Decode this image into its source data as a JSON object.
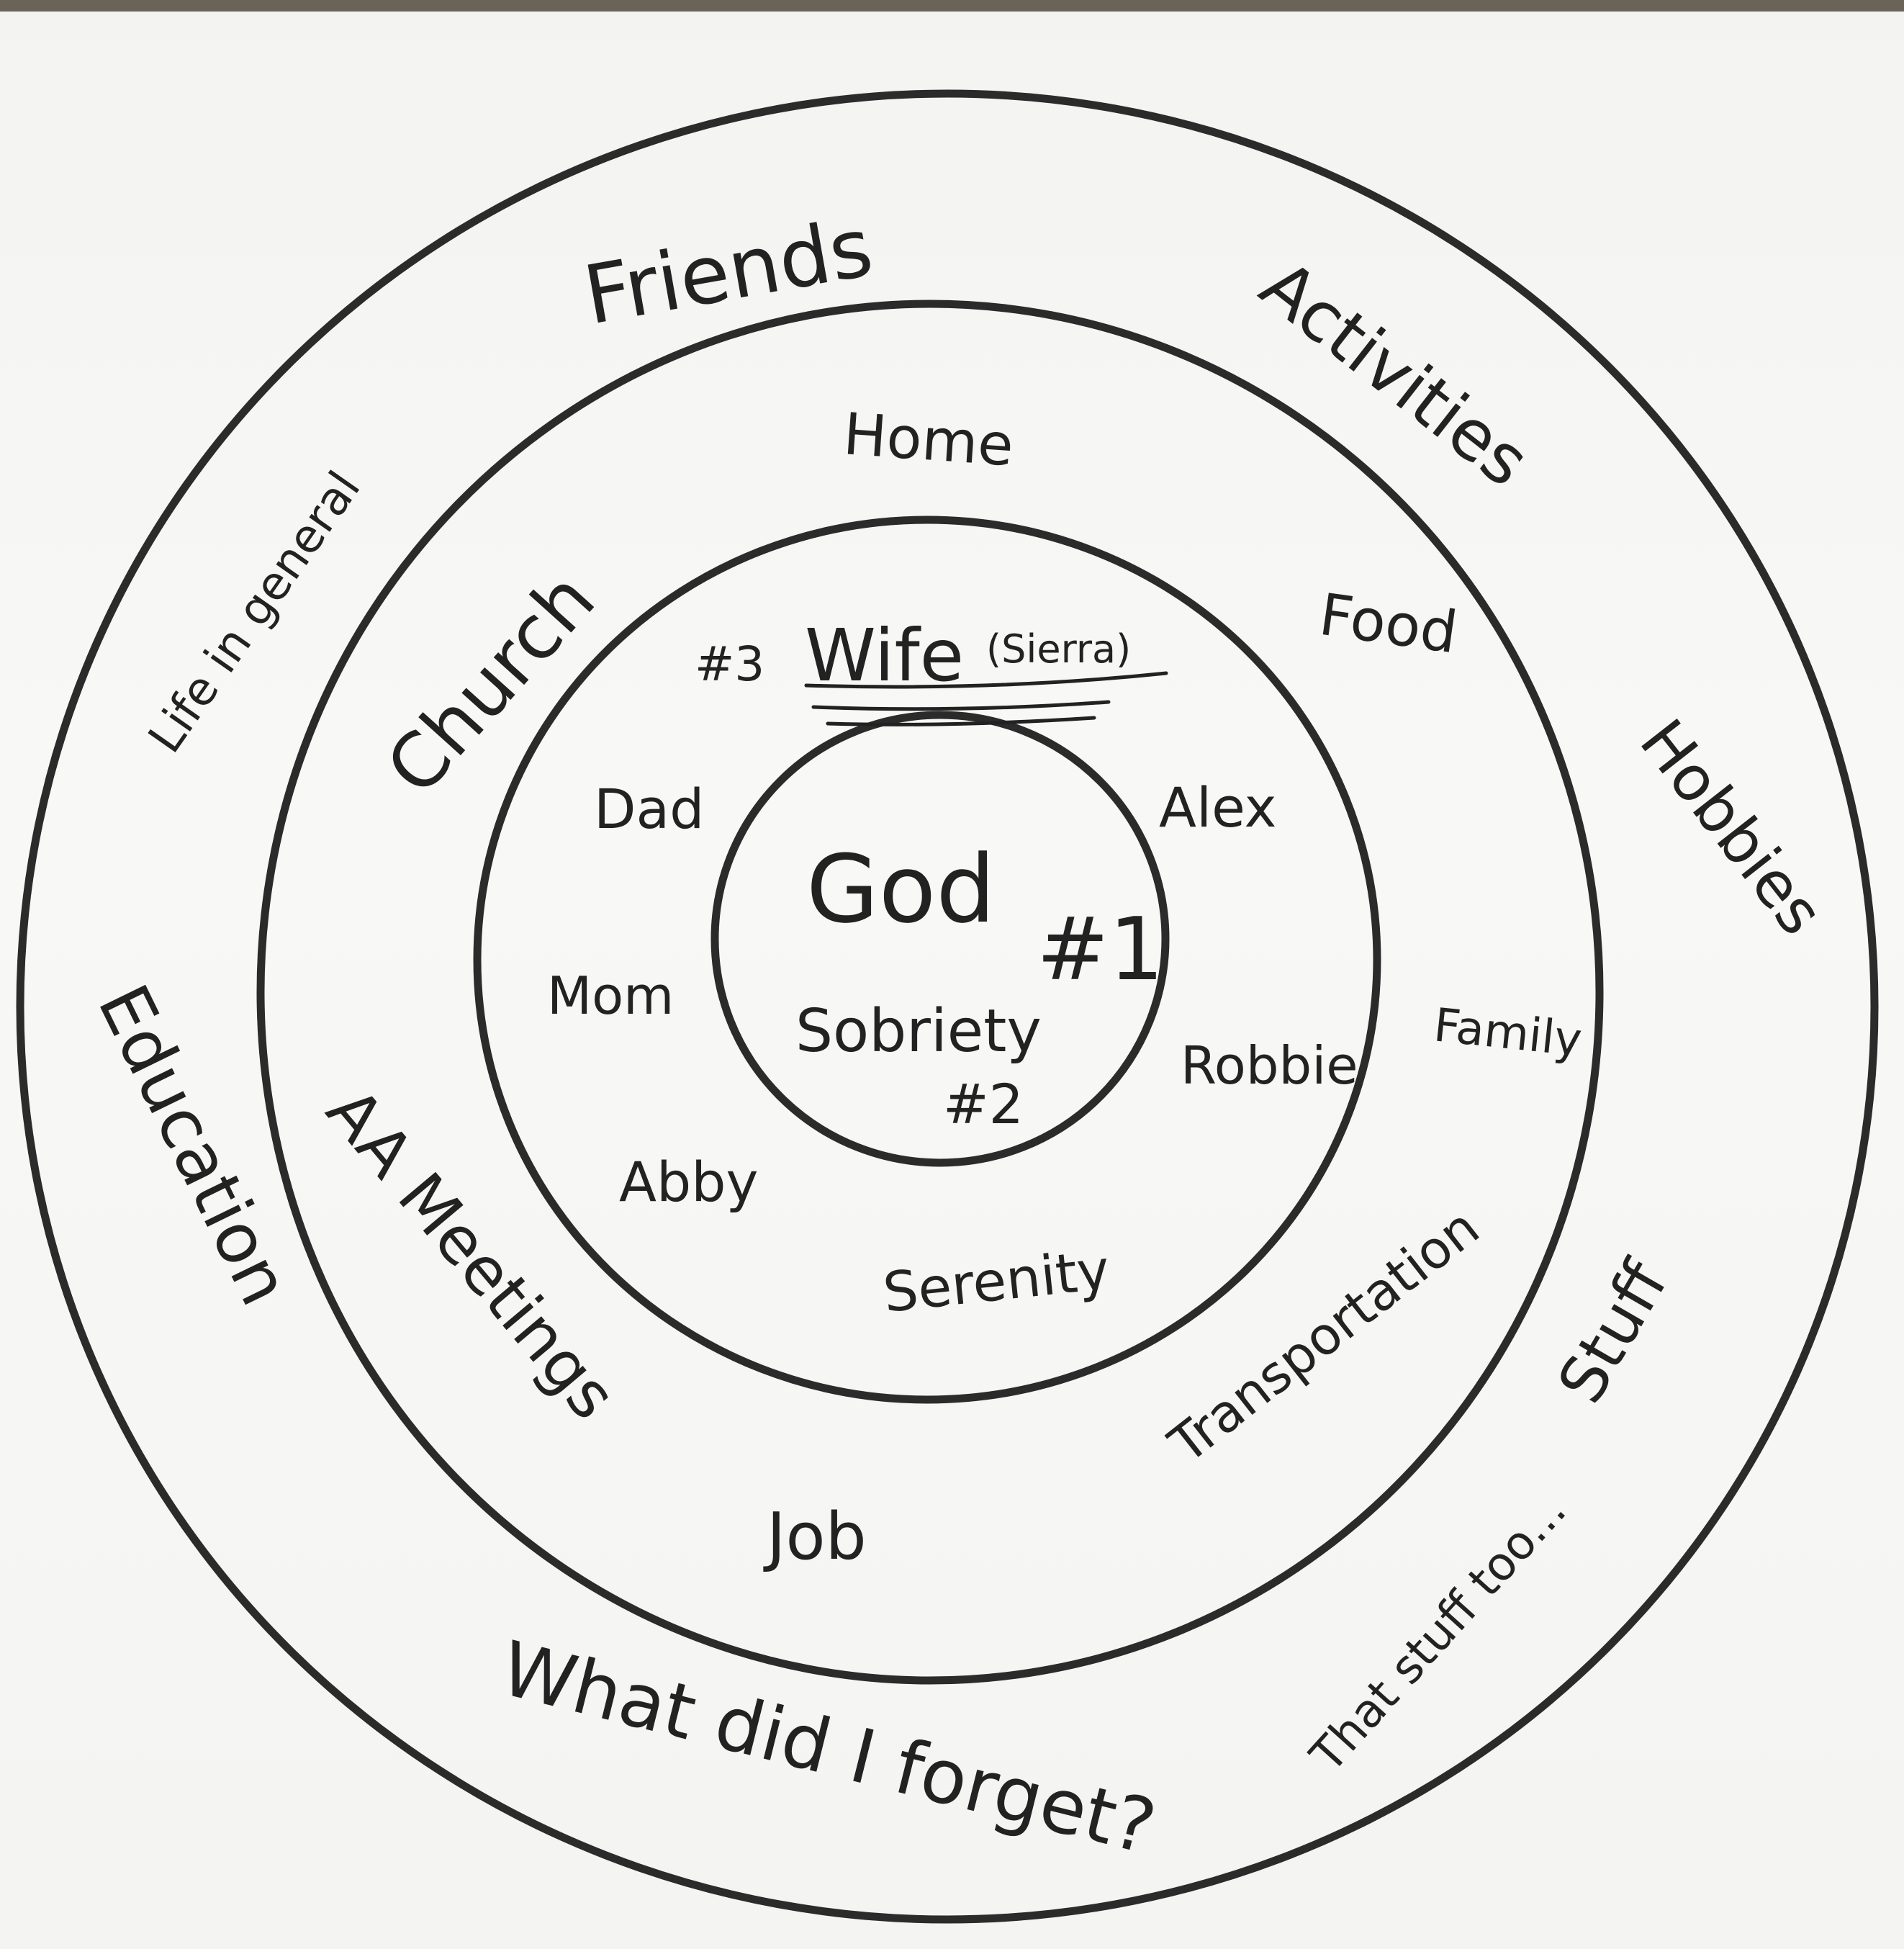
{
  "rings": {
    "center": {
      "labels": [
        "God",
        "#1",
        "Sobriety",
        "#2"
      ]
    },
    "inner": {
      "labels": [
        "#3",
        "Wife",
        "(Sierra)",
        "Dad",
        "Alex",
        "Mom",
        "Robbie",
        "Abby",
        "Serenity"
      ]
    },
    "middle": {
      "labels": [
        "Home",
        "Church",
        "Food",
        "Family",
        "AA Meetings",
        "Transportation",
        "Job"
      ]
    },
    "outer": {
      "labels": [
        "Friends",
        "Life in general",
        "Activities",
        "Hobbies",
        "Education",
        "Stuff",
        "What did I forget?",
        "That stuff too..."
      ]
    }
  },
  "colors": {
    "ink": "#222222",
    "paper": "#f6f6f4"
  }
}
